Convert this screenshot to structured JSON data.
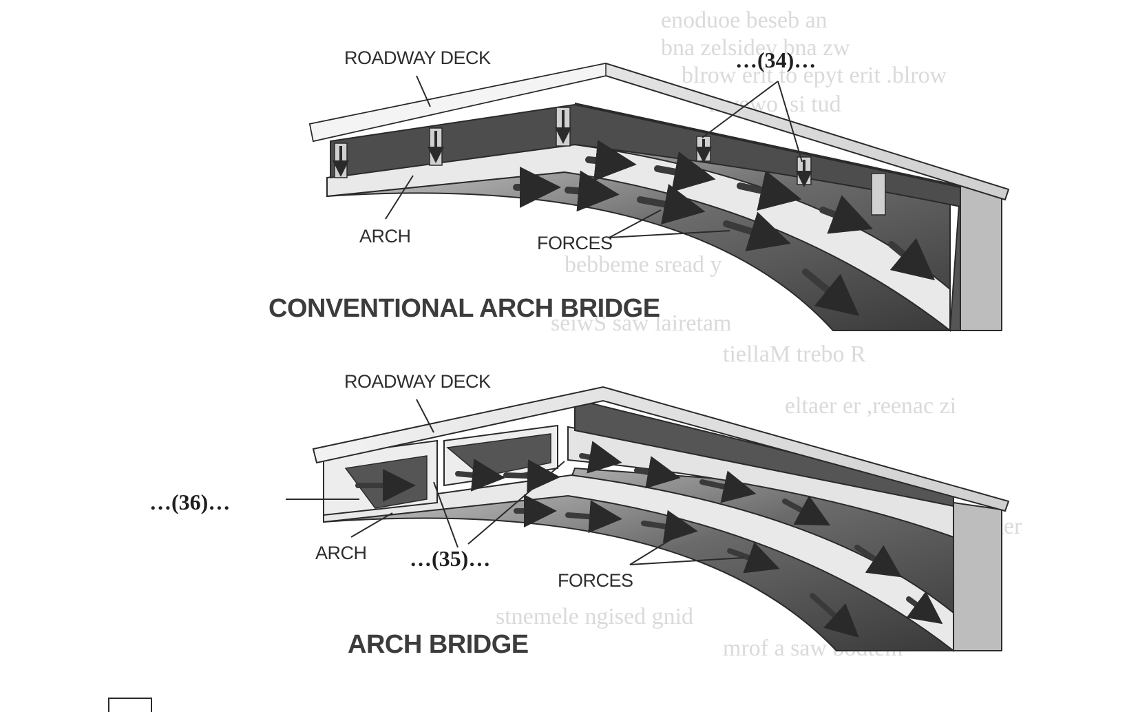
{
  "diagrams": [
    {
      "title": "CONVENTIONAL ARCH BRIDGE",
      "labels": {
        "deck": "ROADWAY DECK",
        "arch": "ARCH",
        "forces": "FORCES"
      },
      "question_label": "…(34)…"
    },
    {
      "title": "ARCH BRIDGE",
      "labels": {
        "deck": "ROADWAY DECK",
        "arch": "ARCH",
        "forces": "FORCES"
      },
      "question_labels": [
        "…(35)…",
        "…(36)…"
      ]
    }
  ],
  "colors": {
    "dark_fill": "#4a4a4a",
    "mid_fill": "#8c8c8c",
    "light_fill": "#e8e8e8",
    "outline": "#2a2a2a"
  }
}
